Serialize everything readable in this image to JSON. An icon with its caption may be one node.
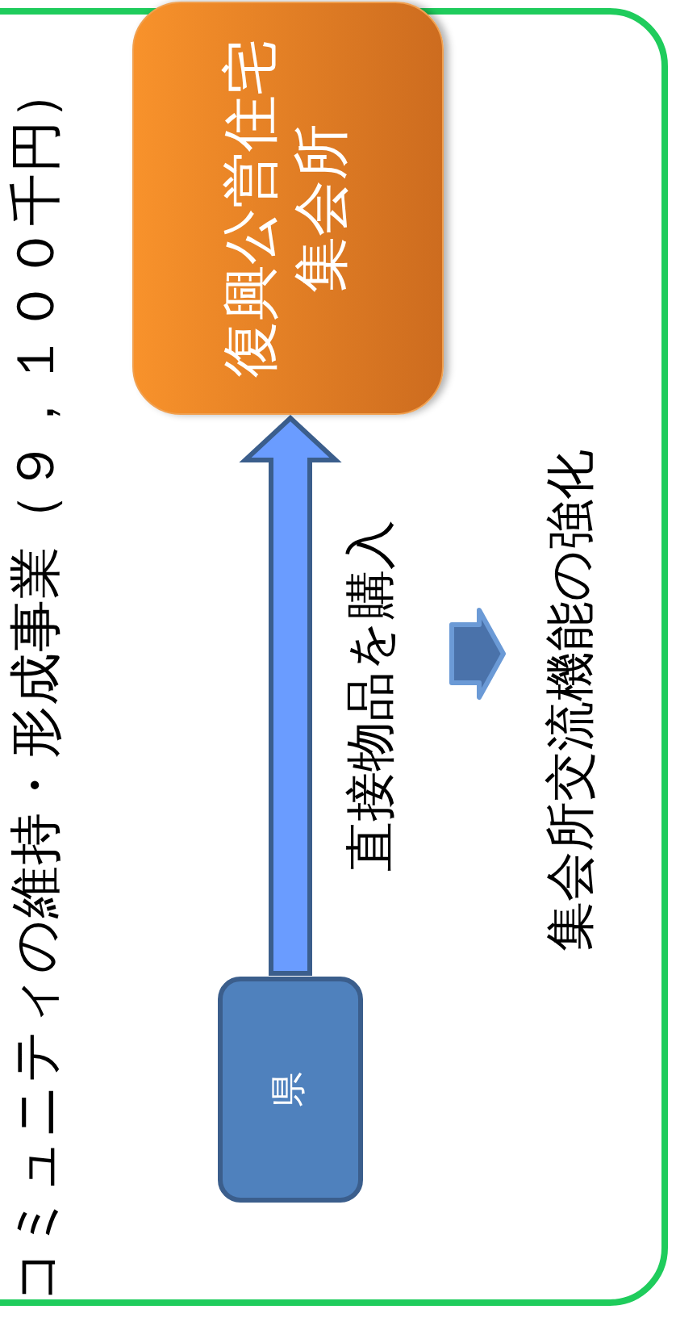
{
  "diagram": {
    "title": "コミュニティの維持・形成事業（９，１００千円）",
    "nodes": [
      {
        "text": [
          "県"
        ]
      },
      {
        "text": [
          "復興公営住宅集会所"
        ]
      }
    ],
    "edges": [
      {
        "from": 0,
        "to": 1,
        "arrow": "to",
        "label": "直接物品を購入",
        "style": "thick"
      }
    ],
    "labels": [
      "集会所交流機能の強化"
    ]
  }
}
